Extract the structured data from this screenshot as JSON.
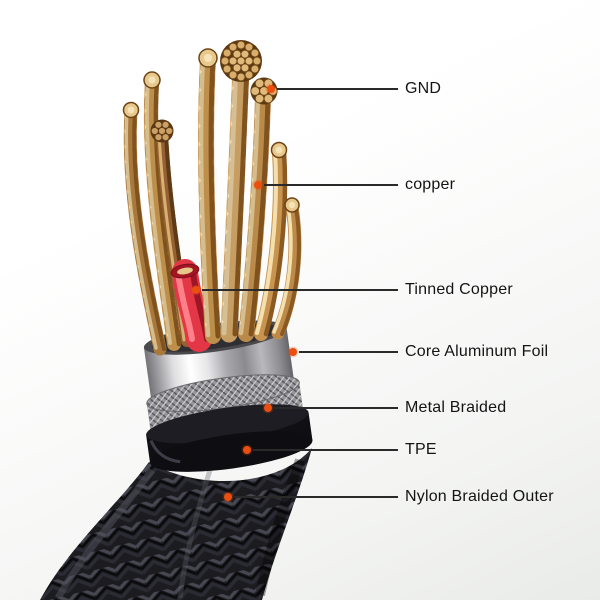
{
  "diagram": {
    "subject": "usb-cable-cross-section",
    "labels": [
      {
        "id": "gnd",
        "text": "GND"
      },
      {
        "id": "copper",
        "text": "copper"
      },
      {
        "id": "tinned-copper",
        "text": "Tinned Copper"
      },
      {
        "id": "core-aluminum-foil",
        "text": "Core Aluminum Foil"
      },
      {
        "id": "metal-braided",
        "text": "Metal Braided"
      },
      {
        "id": "tpe",
        "text": "TPE"
      },
      {
        "id": "nylon-braided-outer",
        "text": "Nylon Braided Outer"
      }
    ],
    "colors": {
      "accent_dot": "#ea4f0f",
      "leader_line": "#2a2a2a",
      "copper_light": "#f2d9a6",
      "copper_dark": "#b97c2e",
      "red_wire": "#e33646",
      "foil_light": "#ffffff",
      "foil_dark": "#737377",
      "braid_dark": "#1b1b20",
      "background": "#ffffff"
    }
  }
}
